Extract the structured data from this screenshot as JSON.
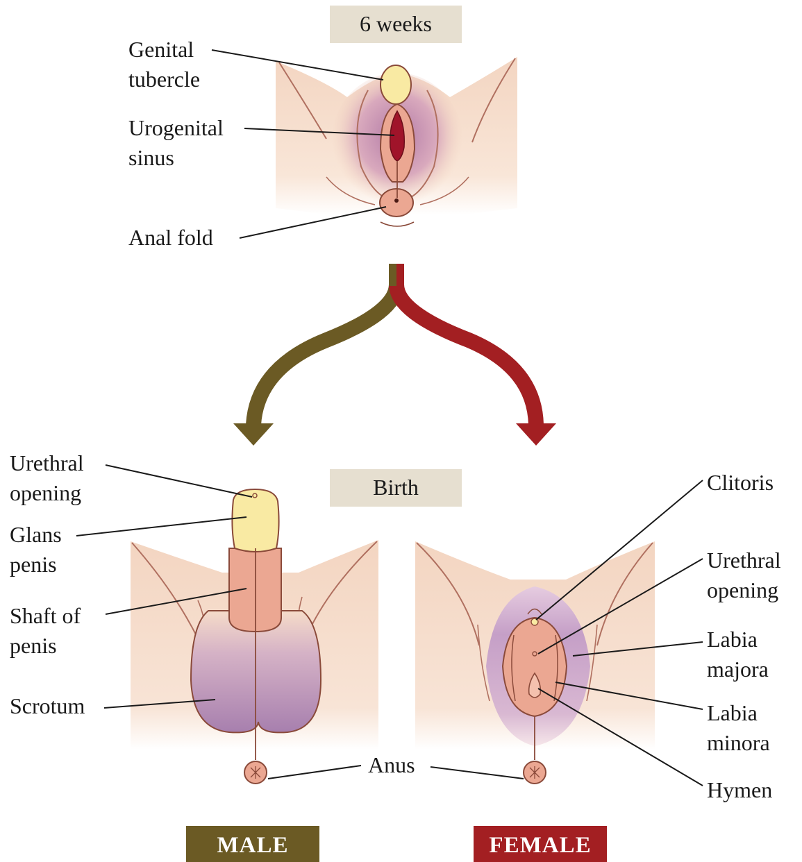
{
  "stages": {
    "early": "6 weeks",
    "birth": "Birth"
  },
  "sexes": {
    "male": "MALE",
    "female": "FEMALE"
  },
  "labels": {
    "genital_tubercle": "Genital\ntubercle",
    "urogenital_sinus": "Urogenital\nsinus",
    "anal_fold": "Anal fold",
    "male_urethral_opening": "Urethral\nopening",
    "glans_penis": "Glans\npenis",
    "shaft_of_penis": "Shaft of\npenis",
    "scrotum": "Scrotum",
    "anus": "Anus",
    "clitoris": "Clitoris",
    "female_urethral_opening": "Urethral\nopening",
    "labia_majora": "Labia\nmajora",
    "labia_minora": "Labia\nminora",
    "hymen": "Hymen"
  },
  "colors": {
    "male": "#6b5a24",
    "female": "#a31f22",
    "skin": "#f6dcc9",
    "tissue_pink": "#eba792",
    "glans_yellow": "#f9eaa3",
    "purple": "#a676a8",
    "stage_box": "#e6dfd0"
  }
}
